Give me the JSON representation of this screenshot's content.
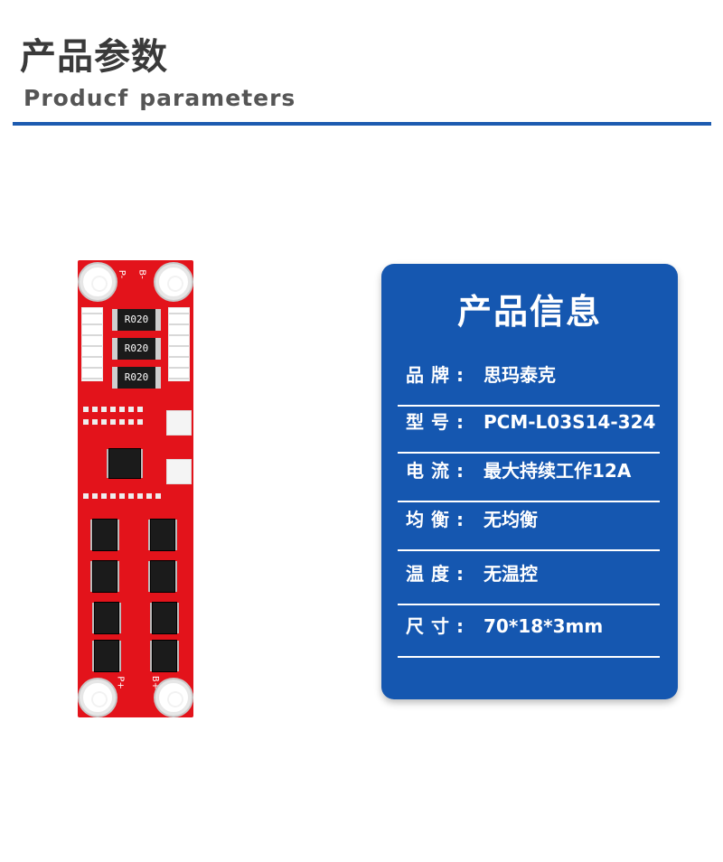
{
  "header": {
    "title_cn": "产品参数",
    "title_en_1": "Producf",
    "title_en_2": "parameters"
  },
  "pcb": {
    "resistor_label": "R020",
    "top_left_label": "P-",
    "top_right_label": "B-",
    "bottom_left_label": "P+",
    "bottom_right_label": "B+"
  },
  "card": {
    "title": "产品信息",
    "rows": [
      {
        "label": "品牌:",
        "value": "思玛泰克"
      },
      {
        "label": "型号:",
        "value": "PCM-L03S14-324"
      },
      {
        "label": "电流:",
        "value": "最大持续工作12A"
      },
      {
        "label": "均衡:",
        "value": "无均衡"
      },
      {
        "label": "温度:",
        "value": "无温控"
      },
      {
        "label": "尺寸:",
        "value": "70*18*3mm"
      }
    ]
  },
  "colors": {
    "accent_blue": "#1557b0",
    "pcb_red": "#e3131b"
  }
}
